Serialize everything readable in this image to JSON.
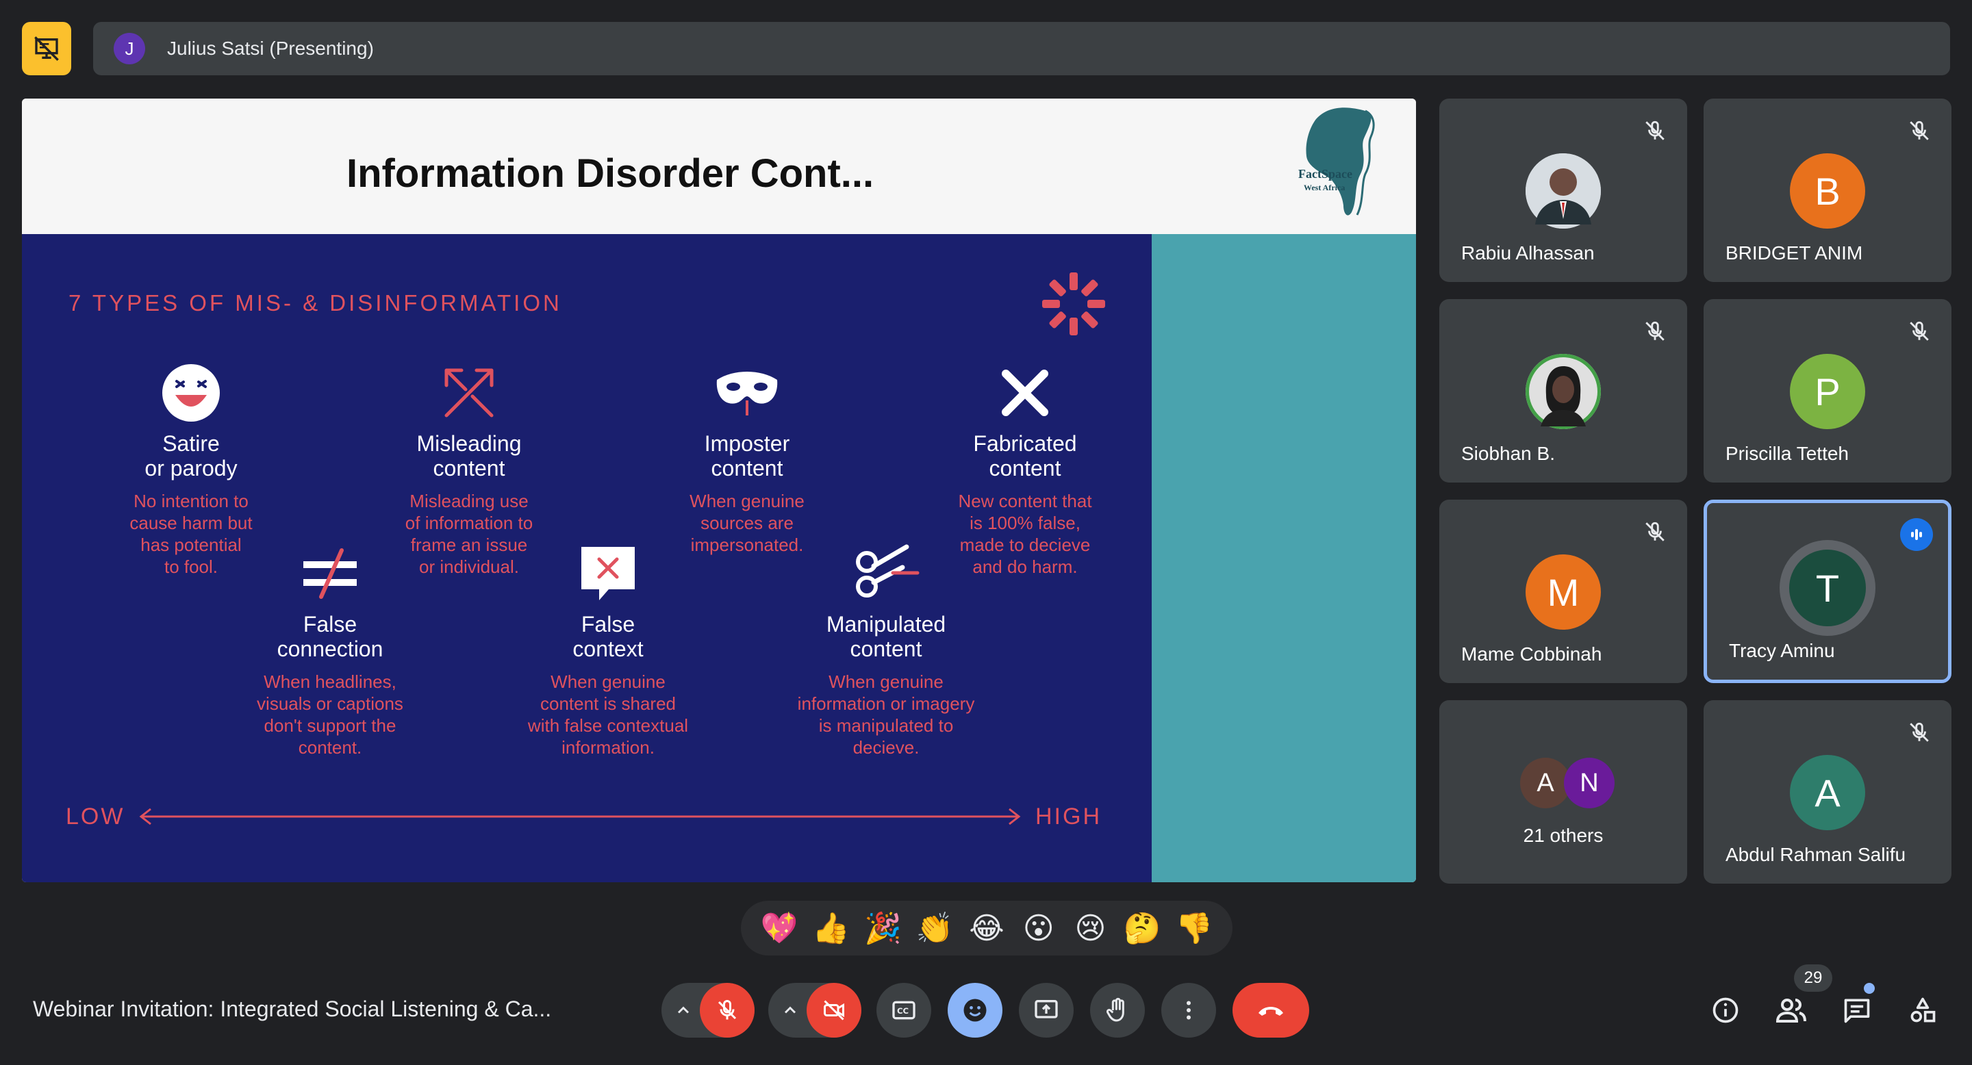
{
  "presenter": {
    "initial": "J",
    "label": "Julius Satsi (Presenting)"
  },
  "slide": {
    "title": "Information Disorder Cont...",
    "logo_text_1": "FactSpace",
    "logo_text_2": "West Africa",
    "subtitle": "7 TYPES OF MIS- & DISINFORMATION",
    "types": [
      {
        "title": "Satire\nor parody",
        "desc": "No intention to\ncause harm but\nhas potential\nto fool.",
        "icon": "laughing-face-icon"
      },
      {
        "title": "Misleading\ncontent",
        "desc": "Misleading use\nof information to\nframe an issue\nor individual.",
        "icon": "diverging-arrows-icon"
      },
      {
        "title": "Imposter\ncontent",
        "desc": "When genuine\nsources are\nimpersonated.",
        "icon": "mask-icon"
      },
      {
        "title": "Fabricated\ncontent",
        "desc": "New content that\nis 100% false,\nmade to decieve\nand do harm.",
        "icon": "x-icon"
      },
      {
        "title": "False\nconnection",
        "desc": "When headlines,\nvisuals or captions\ndon't support the\ncontent.",
        "icon": "not-equal-icon"
      },
      {
        "title": "False\ncontext",
        "desc": "When genuine\ncontent is shared\nwith false contextual\ninformation.",
        "icon": "speech-bubble-x-icon"
      },
      {
        "title": "Manipulated\ncontent",
        "desc": "When genuine\ninformation or imagery\nis manipulated to\ndecieve.",
        "icon": "scissors-icon"
      }
    ],
    "scale_low": "LOW",
    "scale_high": "HIGH"
  },
  "participants": [
    {
      "name": "Rabiu Alhassan",
      "initial": "",
      "color": "#cfd8dc",
      "muted": true,
      "photo": true
    },
    {
      "name": "BRIDGET ANIM",
      "initial": "B",
      "color": "#e8711c",
      "muted": true
    },
    {
      "name": "Siobhan B.",
      "initial": "",
      "color": "#dcdcdc",
      "muted": true,
      "photo": true
    },
    {
      "name": "Priscilla Tetteh",
      "initial": "P",
      "color": "#7cb342",
      "muted": true
    },
    {
      "name": "Mame Cobbinah",
      "initial": "M",
      "color": "#e8711c",
      "muted": true
    },
    {
      "name": "Tracy Aminu",
      "initial": "T",
      "color": "#1b4d3e",
      "muted": false,
      "speaking": true
    },
    {
      "name": "21 others",
      "others": [
        {
          "initial": "A",
          "color": "#5d4037"
        },
        {
          "initial": "N",
          "color": "#6a1b9a"
        }
      ]
    },
    {
      "name": "Abdul Rahman Salifu",
      "initial": "A",
      "color": "#2e7d6b",
      "muted": true
    }
  ],
  "reactions": [
    "💖",
    "👍",
    "🎉",
    "👏",
    "😂",
    "😮",
    "😢",
    "🤔",
    "👎"
  ],
  "meeting_title": "Webinar Invitation: Integrated Social Listening & Ca...",
  "participant_count": "29",
  "colors": {
    "accent_red": "#ea4335",
    "accent_blue": "#8ab4f8",
    "slide_navy": "#1a1f6e",
    "slide_red": "#e0525e",
    "teal": "#4aa3ae"
  }
}
